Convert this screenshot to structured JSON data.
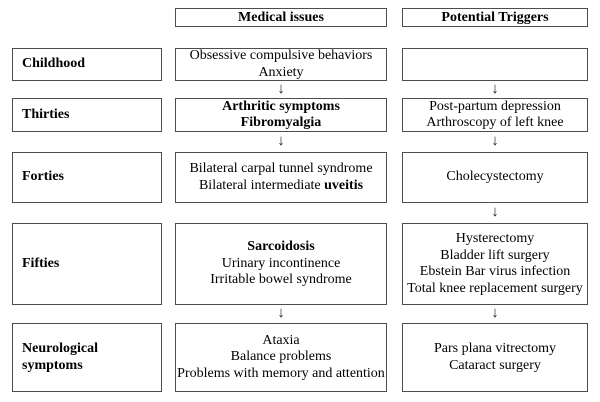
{
  "colors": {
    "box_border": "#4d4d4d",
    "text": "#000000",
    "background": "#ffffff"
  },
  "arrow": {
    "glyph": "↓",
    "name": "down-arrow"
  },
  "headers": {
    "medical": "Medical issues",
    "triggers": "Potential Triggers"
  },
  "stages": {
    "childhood": {
      "label": "Childhood",
      "medical": {
        "line1": "Obsessive compulsive behaviors",
        "line2": "Anxiety"
      }
    },
    "thirties": {
      "label": "Thirties",
      "medical": {
        "line1": "Arthritic symptoms",
        "line2": "Fibromyalgia"
      },
      "triggers": {
        "line1": "Post-partum depression",
        "line2": "Arthroscopy of left knee"
      }
    },
    "forties": {
      "label": "Forties",
      "medical": {
        "line1": "Bilateral carpal tunnel syndrome",
        "line2_normal": "Bilateral intermediate ",
        "line2_bold": "uveitis"
      },
      "triggers": {
        "line1": "Cholecystectomy"
      }
    },
    "fifties": {
      "label": "Fifties",
      "medical": {
        "line1": "Sarcoidosis",
        "line2": "Urinary incontinence",
        "line3": "Irritable bowel syndrome"
      },
      "triggers": {
        "line1": "Hysterectomy",
        "line2": "Bladder lift surgery",
        "line3": "Ebstein Bar virus infection",
        "line4": "Total knee replacement surgery"
      }
    },
    "neurological": {
      "label": "Neurological symptoms",
      "medical": {
        "line1": "Ataxia",
        "line2": "Balance problems",
        "line3": "Problems with memory and attention"
      },
      "triggers": {
        "line1": "Pars plana vitrectomy",
        "line2": "Cataract surgery"
      }
    }
  }
}
